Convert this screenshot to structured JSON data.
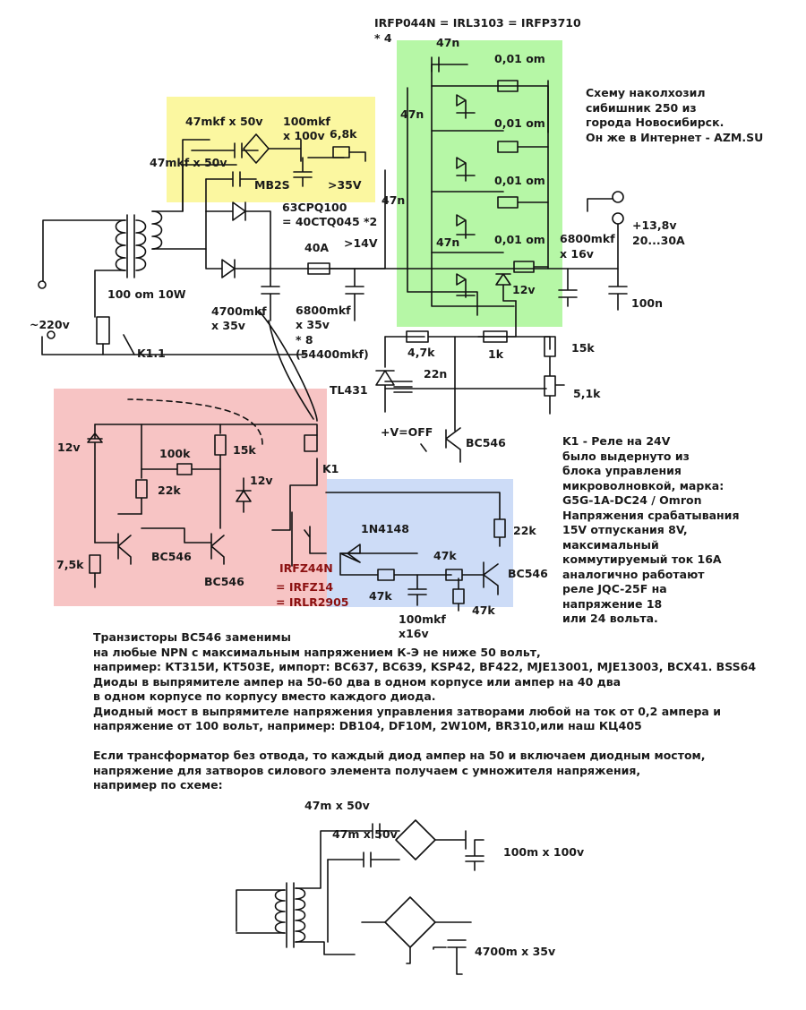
{
  "colors": {
    "yellow_zone": "#fbf7a0",
    "green_zone": "#b6f7a6",
    "red_zone": "#f7c4c4",
    "blue_zone": "#cddcf7",
    "wire": "#111111",
    "relay_link": "#111111"
  },
  "labels": {
    "mosfet_equiv": "IRFP044N = IRL3103 = IRFP3710",
    "mosfet_count": "* 4",
    "cap_47n_1": "47n",
    "cap_47n_2": "47n",
    "cap_47n_3": "47n",
    "cap_47n_4": "47n",
    "shunt_1": "0,01 om",
    "shunt_2": "0,01 om",
    "shunt_3": "0,01 om",
    "shunt_4": "0,01 om",
    "cap_47mkf_a": "47mkf x 50v",
    "cap_47mkf_b": "47mkf x 50v",
    "cap_100mkf_line1": "100mkf",
    "cap_100mkf_line2": "x 100v",
    "res_6k8": "6,8k",
    "bridge_mb2s": "MB2S",
    "volt_35": ">35V",
    "diode_line1": "63CPQ100",
    "diode_line2": "= 40CTQ045 *2",
    "fuse_40a": "40A",
    "volt_14": ">14V",
    "res_100om": "100 om 10W",
    "mains": "~220v",
    "relay_contact": "K1.1",
    "cap_4700_line1": "4700mkf",
    "cap_4700_line2": "x 35v",
    "cap_6800_line1": "6800mkf",
    "cap_6800_line2": "x 35v",
    "cap_6800_line3": "* 8",
    "cap_6800_line4": "(54400mkf)",
    "out_cap_line1": "6800mkf",
    "out_cap_line2": "x 16v",
    "out_voltage": "+13,8v",
    "out_current": "20...30A",
    "cap_100n": "100n",
    "zener_12v_out": "12v",
    "res_4k7": "4,7k",
    "res_1k": "1k",
    "res_15k_out": "15k",
    "res_5k1": "5,1k",
    "cap_22n": "22n",
    "tl431": "TL431",
    "v_off": "+V=OFF",
    "bc546_top": "BC546",
    "zener_12v_a": "12v",
    "res_100k": "100k",
    "res_15k": "15k",
    "zener_12v_b": "12v",
    "res_22k": "22k",
    "relay_k1": "K1",
    "bc546_a": "BC546",
    "bc546_b": "BC546",
    "res_7k5": "7,5k",
    "irfz44n": "IRFZ44N",
    "irfz14": "= IRFZ14",
    "irlr2905": "= IRLR2905",
    "diode_1n4148": "1N4148",
    "res_47k_a": "47k",
    "res_47k_b": "47k",
    "res_47k_c": "47k",
    "res_22k_blue": "22k",
    "bc546_blue": "BC546",
    "cap_100mkf_b_line1": "100mkf",
    "cap_100mkf_b_line2": "x16v",
    "mult_cap_a": "47m x 50v",
    "mult_cap_b": "47m x 50v",
    "mult_cap_c": "100m x 100v",
    "mult_cap_d": "4700m x 35v"
  },
  "notes": {
    "author": [
      "Схему наколхозил",
      "сибишник 250 из",
      "города Новосибирск.",
      "Он же в Интернет - AZM.SU"
    ],
    "relay": [
      "K1 - Реле на 24V",
      "было выдернуто из",
      "блока управления",
      "микроволновкой, марка:",
      "G5G-1A-DC24 / Omron",
      "Напряжения срабатывания",
      "15V отпускания 8V,",
      "максимальный",
      "коммутируемый ток 16A",
      "аналогично работают",
      "реле JQC-25F на",
      "напряжение 18",
      "или 24 вольта."
    ],
    "main": [
      "Транзисторы BC546 заменимы",
      "на любые NPN с максимальным напряжением К-Э не ниже 50 вольт,",
      "например: КТ315И, КТ503Е, импорт: BC637, BC639, KSP42, BF422, MJE13001, MJE13003, BCX41. BSS64",
      "Диоды в выпрямителе ампер на 50-60 два в одном корпусе или ампер на 40 два",
      "в одном корпусе по корпусу вместо каждого диода.",
      "Диодный мост в выпрямителе напряжения управления затворами любой на ток от 0,2 ампера и",
      "напряжение от 100 вольт, например: DB104, DF10M, 2W10M, BR310,или наш КЦ405",
      "",
      "Если трансформатор без отвода, то каждый диод ампер на 50 и включаем диодным мостом,",
      "напряжение для затворов силового элемента получаем с умножителя напряжения,",
      "например по схеме:"
    ]
  }
}
